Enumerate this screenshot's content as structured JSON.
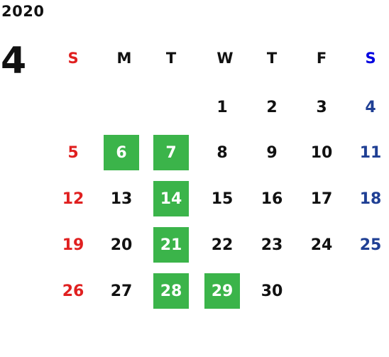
{
  "year": "2020",
  "month": "4",
  "weekday_headers": [
    "S",
    "M",
    "T",
    "W",
    "T",
    "F",
    "S"
  ],
  "weeks": [
    [
      "",
      "",
      "",
      "1",
      "2",
      "3",
      "4"
    ],
    [
      "5",
      "6",
      "7",
      "8",
      "9",
      "10",
      "11"
    ],
    [
      "12",
      "13",
      "14",
      "15",
      "16",
      "17",
      "18"
    ],
    [
      "19",
      "20",
      "21",
      "22",
      "23",
      "24",
      "25"
    ],
    [
      "26",
      "27",
      "28",
      "29",
      "30",
      "",
      ""
    ]
  ],
  "highlighted_days": [
    "6",
    "7",
    "14",
    "21",
    "28",
    "29"
  ],
  "colors": {
    "sunday": "#e02020",
    "saturday_header": "#0000e0",
    "saturday": "#1f3f94",
    "highlight": "#3bb44a",
    "text": "#111111"
  }
}
